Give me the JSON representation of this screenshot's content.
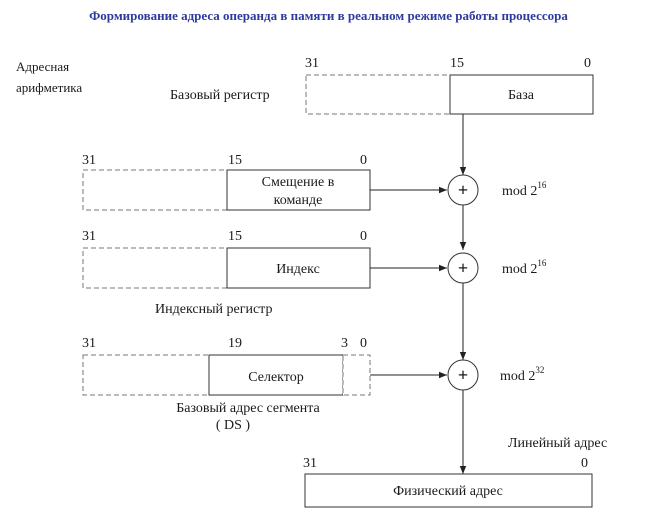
{
  "title": "Формирование адреса операнда в памяти в реальном режиме работы процессора",
  "side_label": {
    "line1": "Адресная",
    "line2": "арифметика"
  },
  "base_register": {
    "caption": "Базовый регистр",
    "bits": {
      "high": "31",
      "mid": "15",
      "low": "0"
    },
    "field_label": "База"
  },
  "offset": {
    "bits": {
      "high": "31",
      "mid": "15",
      "low": "0"
    },
    "field_label_line1": "Смещение в",
    "field_label_line2": "команде"
  },
  "index_register": {
    "caption": "Индексный регистр",
    "bits": {
      "high": "31",
      "mid": "15",
      "low": "0"
    },
    "field_label": "Индекс"
  },
  "segment": {
    "caption_line1": "Базовый адрес сегмента",
    "caption_line2": "( DS )",
    "bits": {
      "high": "31",
      "mid": "19",
      "b3": "3",
      "low": "0"
    },
    "field_label": "Селектор"
  },
  "adders": [
    {
      "symbol": "+",
      "mod_text": "mod 2",
      "exponent": "16"
    },
    {
      "symbol": "+",
      "mod_text": "mod 2",
      "exponent": "16"
    },
    {
      "symbol": "+",
      "mod_text": "mod 2",
      "exponent": "32"
    }
  ],
  "linear_address_label": "Линейный адрес",
  "physical": {
    "bits": {
      "high": "31",
      "low": "0"
    },
    "field_label": "Физический адрес"
  }
}
